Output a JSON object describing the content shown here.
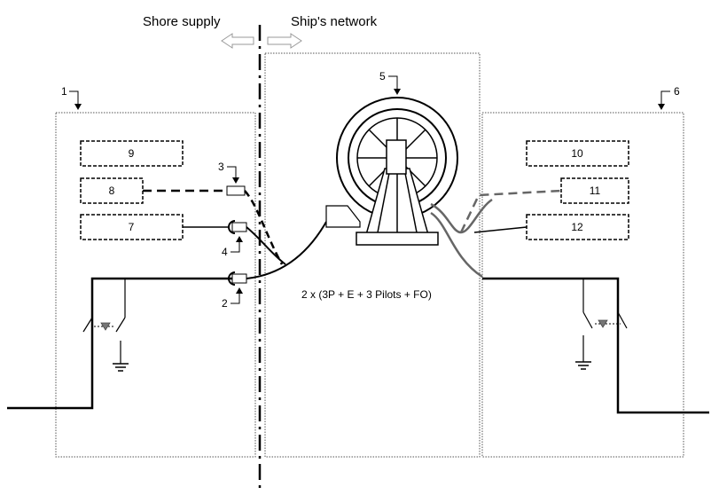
{
  "header": {
    "left": "Shore supply",
    "right": "Ship's network"
  },
  "cable_spec": "2 x (3P + E + 3 Pilots + FO)",
  "callouts": {
    "n1": "1",
    "n2": "2",
    "n3": "3",
    "n4": "4",
    "n5": "5",
    "n6": "6"
  },
  "shore_boxes": {
    "b9": "9",
    "b8": "8",
    "b7": "7"
  },
  "ship_boxes": {
    "b10": "10",
    "b11": "11",
    "b12": "12"
  }
}
